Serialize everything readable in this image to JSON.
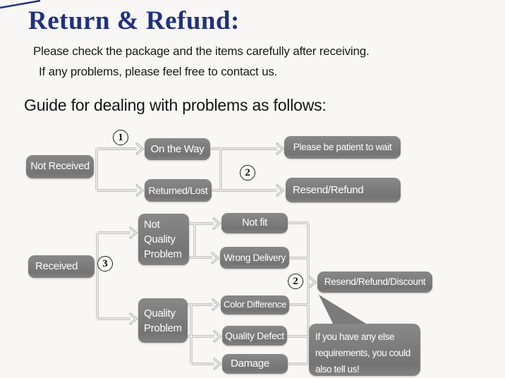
{
  "colors": {
    "title": "#20317e",
    "node_bg": "#7b7b7b",
    "node_text": "#ffffff",
    "connector": "#bdbdbd",
    "text": "#1a1a1a"
  },
  "header": {
    "title": "Return & Refund:",
    "intro_line1": "Please check the package and the items carefully after receiving.",
    "intro_line2": "If any problems, please feel free to contact us.",
    "guide_heading": "Guide for dealing with problems as follows:"
  },
  "flowchart": {
    "markers": {
      "one": "1",
      "two": "2",
      "three": "3"
    },
    "nodes": {
      "not_received": "Not Received",
      "on_the_way": "On the Way",
      "please_be_patient": "Please be patient to wait",
      "returned_lost": "Returned/Lost",
      "resend_refund": "Resend/Refund",
      "received": "Received",
      "not_quality_problem": "Not Quality Problem",
      "not_fit": "Not fit",
      "wrong_delivery": "Wrong Delivery",
      "quality_problem": "Quality Problem",
      "color_difference": "Color Difference",
      "quality_defect": "Quality Defect",
      "damage": "Damage",
      "resend_refund_discount": "Resend/Refund/Discount"
    },
    "note_bubble": "If you have any else\nrequirements, you could\nalso tell us!"
  }
}
